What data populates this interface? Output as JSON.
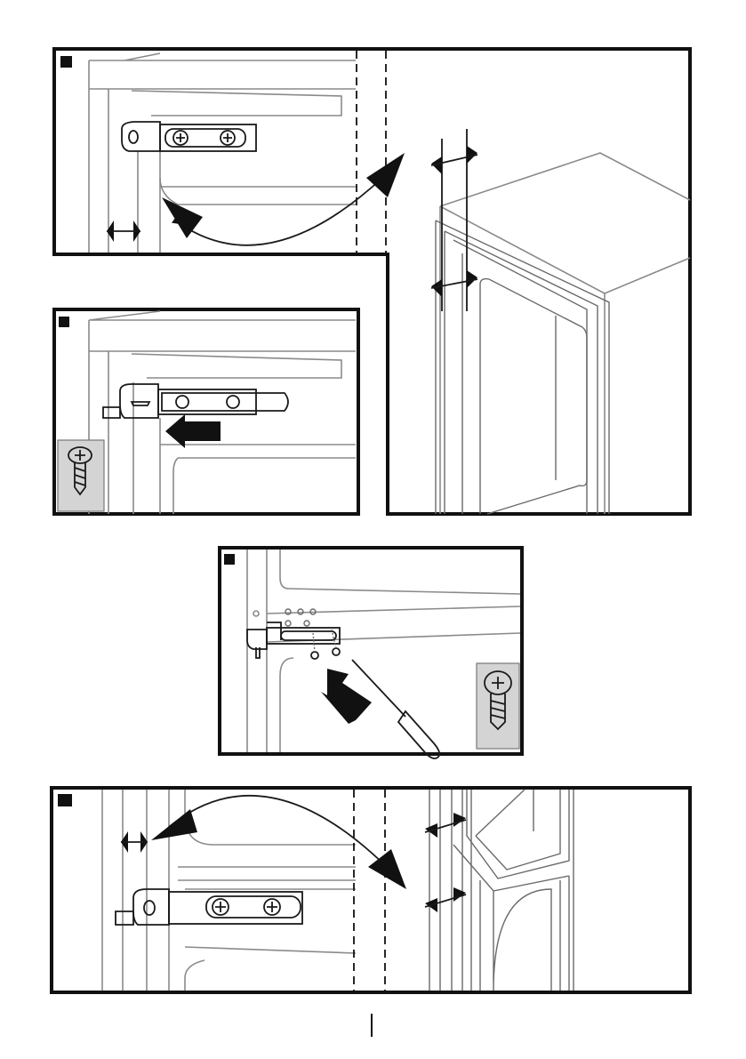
{
  "diagram": {
    "panels": [
      {
        "id": "step-1",
        "label": ""
      },
      {
        "id": "step-2",
        "label": ""
      },
      {
        "id": "step-3",
        "label": ""
      },
      {
        "id": "step-4",
        "label": ""
      }
    ],
    "colors": {
      "frame": "#111111",
      "line": "#8a8a8a",
      "screw_box": "#d4d4d4"
    },
    "icons": [
      "curved-arrow-icon",
      "push-arrow-icon",
      "screw-icon",
      "screwdriver-icon",
      "gap-marker-icon"
    ]
  }
}
